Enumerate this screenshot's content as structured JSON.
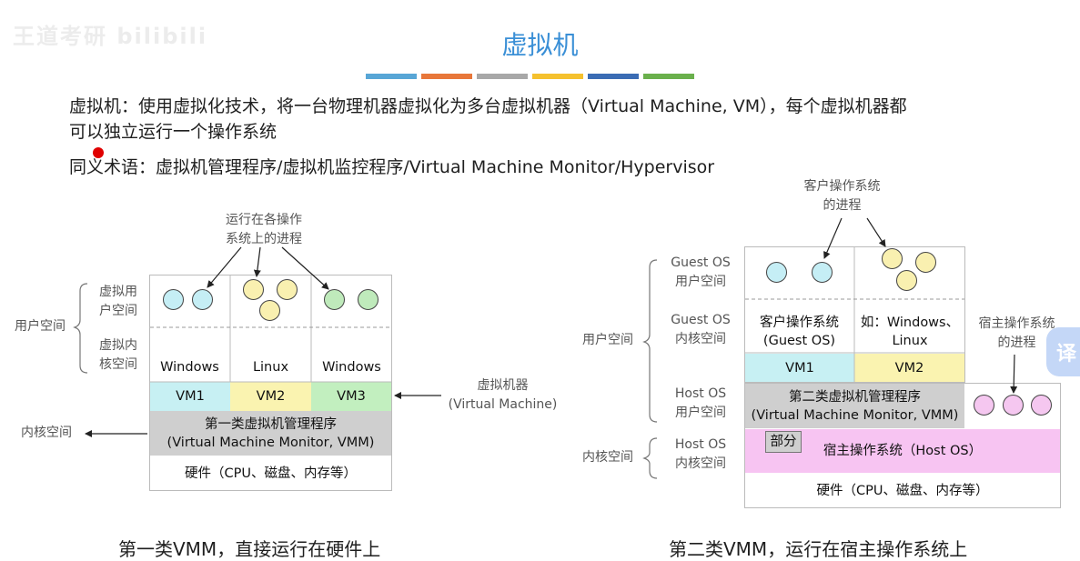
{
  "watermark": "王道考研 bilibili",
  "title": "虚拟机",
  "colors": {
    "title": "#3a8fd6",
    "bars": [
      "#58a6d6",
      "#e8773a",
      "#a8a8a8",
      "#f5c12e",
      "#3b6cb4",
      "#6ab04c"
    ],
    "cyan": "#c7f0f3",
    "yellow": "#faf3b0",
    "green": "#c2efbf",
    "grey": "#cfcfcf",
    "pink": "#f7c4f2",
    "circle_cyan": "#c5eef5",
    "circle_yellow": "#f9f0b0",
    "circle_green": "#bfeabb",
    "circle_pink": "#f5c7f0"
  },
  "definition": {
    "line1": "虚拟机：使用虚拟化技术，将一台物理机器虚拟化为多台虚拟机器（Virtual Machine, VM），每个虚拟机器都",
    "line2": "可以独立运行一个操作系统",
    "line3": "同义术语：虚拟机管理程序/虚拟机监控程序/Virtual Machine Monitor/Hypervisor"
  },
  "type1": {
    "proc_note": [
      "运行在各操作",
      "系统上的进程"
    ],
    "vuser_label": [
      "虚拟用",
      "户空间"
    ],
    "vkernel_label": [
      "虚拟内",
      "核空间"
    ],
    "user_space_label": "用户空间",
    "kernel_space_label": "内核空间",
    "os": [
      "Windows",
      "Linux",
      "Windows"
    ],
    "vms": [
      "VM1",
      "VM2",
      "VM3"
    ],
    "vmm": [
      "第一类虚拟机管理程序",
      "(Virtual Machine Monitor, VMM)"
    ],
    "hardware": "硬件（CPU、磁盘、内存等）",
    "vm_label": [
      "虚拟机器",
      "(Virtual Machine)"
    ],
    "caption": "第一类VMM，直接运行在硬件上"
  },
  "type2": {
    "guest_proc_note": [
      "客户操作系统",
      "的进程"
    ],
    "guest_user_label": [
      "Guest OS",
      "用户空间"
    ],
    "guest_kernel_label": [
      "Guest OS",
      "内核空间"
    ],
    "host_user_label": [
      "Host OS",
      "用户空间"
    ],
    "host_kernel_label": [
      "Host OS",
      "内核空间"
    ],
    "user_space_label": "用户空间",
    "kernel_space_label": "内核空间",
    "guest_os_1": [
      "客户操作系统",
      "(Guest OS)"
    ],
    "guest_os_2": [
      "如：Windows、",
      "Linux"
    ],
    "vms": [
      "VM1",
      "VM2"
    ],
    "vmm": [
      "第二类虚拟机管理程序",
      "(Virtual Machine Monitor, VMM)"
    ],
    "host_proc_note": [
      "宿主操作系统",
      "的进程"
    ],
    "part_label": "部分",
    "host_os": "宿主操作系统（Host OS）",
    "hardware": "硬件（CPU、磁盘、内存等）",
    "caption": "第二类VMM，运行在宿主操作系统上"
  },
  "translate_button": "译"
}
